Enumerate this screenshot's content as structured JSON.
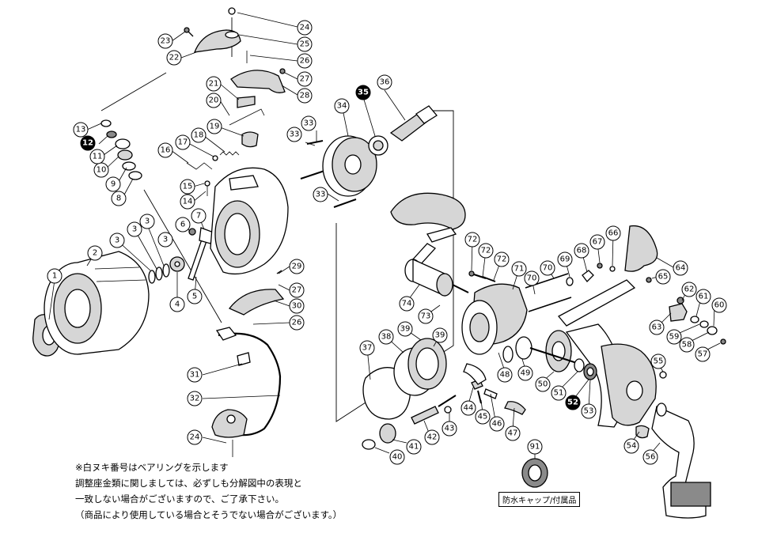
{
  "notes": {
    "line1": "※白ヌキ番号はベアリングを示します",
    "line2": "調整座金類に関しましては、必ずしも分解図中の表現と",
    "line3": "一致しない場合がございますので、ご了承下さい。",
    "line4": "（商品により使用している場合とそうでない場合がございます。）"
  },
  "cap_label": "防水キャップ/付属品",
  "callouts": [
    {
      "n": "1",
      "bearing": false
    },
    {
      "n": "2",
      "bearing": false
    },
    {
      "n": "3",
      "bearing": false
    },
    {
      "n": "3",
      "bearing": false
    },
    {
      "n": "3",
      "bearing": false
    },
    {
      "n": "3",
      "bearing": false
    },
    {
      "n": "4",
      "bearing": false
    },
    {
      "n": "5",
      "bearing": false
    },
    {
      "n": "6",
      "bearing": false
    },
    {
      "n": "7",
      "bearing": false
    },
    {
      "n": "8",
      "bearing": false
    },
    {
      "n": "9",
      "bearing": false
    },
    {
      "n": "10",
      "bearing": false
    },
    {
      "n": "11",
      "bearing": false
    },
    {
      "n": "12",
      "bearing": true
    },
    {
      "n": "13",
      "bearing": false
    },
    {
      "n": "14",
      "bearing": false
    },
    {
      "n": "15",
      "bearing": false
    },
    {
      "n": "16",
      "bearing": false
    },
    {
      "n": "17",
      "bearing": false
    },
    {
      "n": "18",
      "bearing": false
    },
    {
      "n": "19",
      "bearing": false
    },
    {
      "n": "20",
      "bearing": false
    },
    {
      "n": "21",
      "bearing": false
    },
    {
      "n": "22",
      "bearing": false
    },
    {
      "n": "23",
      "bearing": false
    },
    {
      "n": "24",
      "bearing": false
    },
    {
      "n": "25",
      "bearing": false
    },
    {
      "n": "26",
      "bearing": false
    },
    {
      "n": "27",
      "bearing": false
    },
    {
      "n": "28",
      "bearing": false
    },
    {
      "n": "29",
      "bearing": false
    },
    {
      "n": "27",
      "bearing": false
    },
    {
      "n": "30",
      "bearing": false
    },
    {
      "n": "26",
      "bearing": false
    },
    {
      "n": "31",
      "bearing": false
    },
    {
      "n": "32",
      "bearing": false
    },
    {
      "n": "24",
      "bearing": false
    },
    {
      "n": "33",
      "bearing": false
    },
    {
      "n": "33",
      "bearing": false
    },
    {
      "n": "33",
      "bearing": false
    },
    {
      "n": "34",
      "bearing": false
    },
    {
      "n": "35",
      "bearing": true
    },
    {
      "n": "36",
      "bearing": false
    },
    {
      "n": "37",
      "bearing": false
    },
    {
      "n": "38",
      "bearing": false
    },
    {
      "n": "39",
      "bearing": false
    },
    {
      "n": "39",
      "bearing": false
    },
    {
      "n": "40",
      "bearing": false
    },
    {
      "n": "41",
      "bearing": false
    },
    {
      "n": "42",
      "bearing": false
    },
    {
      "n": "43",
      "bearing": false
    },
    {
      "n": "44",
      "bearing": false
    },
    {
      "n": "45",
      "bearing": false
    },
    {
      "n": "46",
      "bearing": false
    },
    {
      "n": "47",
      "bearing": false
    },
    {
      "n": "48",
      "bearing": false
    },
    {
      "n": "49",
      "bearing": false
    },
    {
      "n": "50",
      "bearing": false
    },
    {
      "n": "51",
      "bearing": false
    },
    {
      "n": "52",
      "bearing": true
    },
    {
      "n": "53",
      "bearing": false
    },
    {
      "n": "54",
      "bearing": false
    },
    {
      "n": "55",
      "bearing": false
    },
    {
      "n": "56",
      "bearing": false
    },
    {
      "n": "57",
      "bearing": false
    },
    {
      "n": "58",
      "bearing": false
    },
    {
      "n": "59",
      "bearing": false
    },
    {
      "n": "60",
      "bearing": false
    },
    {
      "n": "61",
      "bearing": false
    },
    {
      "n": "62",
      "bearing": false
    },
    {
      "n": "63",
      "bearing": false
    },
    {
      "n": "64",
      "bearing": false
    },
    {
      "n": "65",
      "bearing": false
    },
    {
      "n": "66",
      "bearing": false
    },
    {
      "n": "67",
      "bearing": false
    },
    {
      "n": "68",
      "bearing": false
    },
    {
      "n": "69",
      "bearing": false
    },
    {
      "n": "70",
      "bearing": false
    },
    {
      "n": "70",
      "bearing": false
    },
    {
      "n": "71",
      "bearing": false
    },
    {
      "n": "72",
      "bearing": false
    },
    {
      "n": "72",
      "bearing": false
    },
    {
      "n": "72",
      "bearing": false
    },
    {
      "n": "73",
      "bearing": false
    },
    {
      "n": "74",
      "bearing": false
    },
    {
      "n": "91",
      "bearing": false
    }
  ]
}
